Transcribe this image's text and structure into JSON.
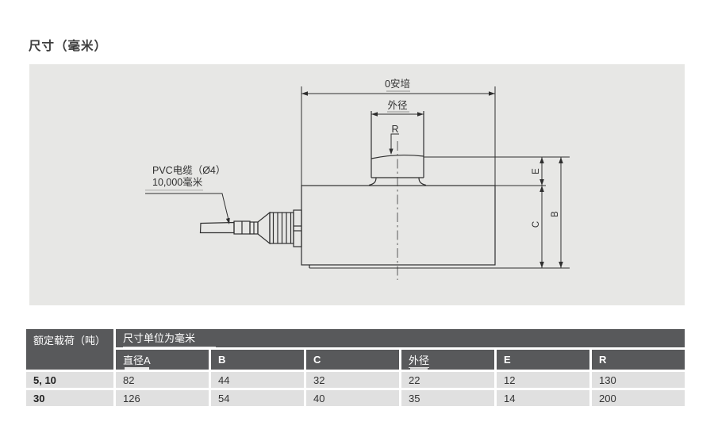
{
  "page": {
    "title": "尺寸（毫米）"
  },
  "diagram": {
    "dim_a_label": "0安培",
    "outer_dia_label": "外径",
    "r_label": "R",
    "e_label": "E",
    "b_label": "B",
    "c_label": "C",
    "cable_label_line1": "PVC电缆（Ø4）",
    "cable_label_line2": "10,000毫米"
  },
  "table": {
    "rated_load_header": "额定载荷（吨）",
    "unit_header": "尺寸单位为毫米",
    "columns": [
      "直径A",
      "B",
      "C",
      "外径",
      "E",
      "R"
    ],
    "rows": [
      {
        "load": "5, 10",
        "values": [
          "82",
          "44",
          "32",
          "22",
          "12",
          "130"
        ]
      },
      {
        "load": "30",
        "values": [
          "126",
          "54",
          "40",
          "35",
          "14",
          "200"
        ]
      }
    ]
  },
  "colors": {
    "panel_bg": "#e7e7e5",
    "table_header_bg": "#58595b",
    "table_row_bg": "#e0e0e0",
    "line": "#2f2f2f"
  }
}
